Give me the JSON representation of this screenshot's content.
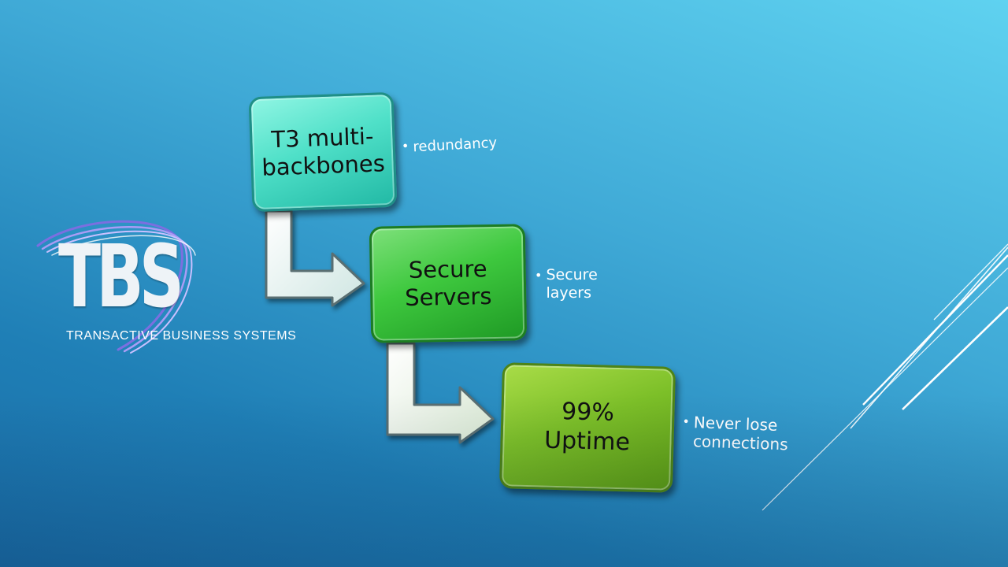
{
  "logo": {
    "letters": "TBS",
    "tagline": "TRANSACTIVE BUSINESS SYSTEMS"
  },
  "steps": [
    {
      "label": "T3 multi-\nbackbones",
      "note": "redundancy",
      "color": "#4fe0c8"
    },
    {
      "label": "Secure\nServers",
      "note": "Secure\nlayers",
      "color": "#3ec83e"
    },
    {
      "label": "99%\nUptime",
      "note": "Never lose\nconnections",
      "color": "#7cbf28"
    }
  ],
  "bullet_glyph": "•",
  "colors": {
    "background_top": "#5fd2f0",
    "background_bottom": "#1a6da6",
    "note_text": "#ffffff"
  }
}
